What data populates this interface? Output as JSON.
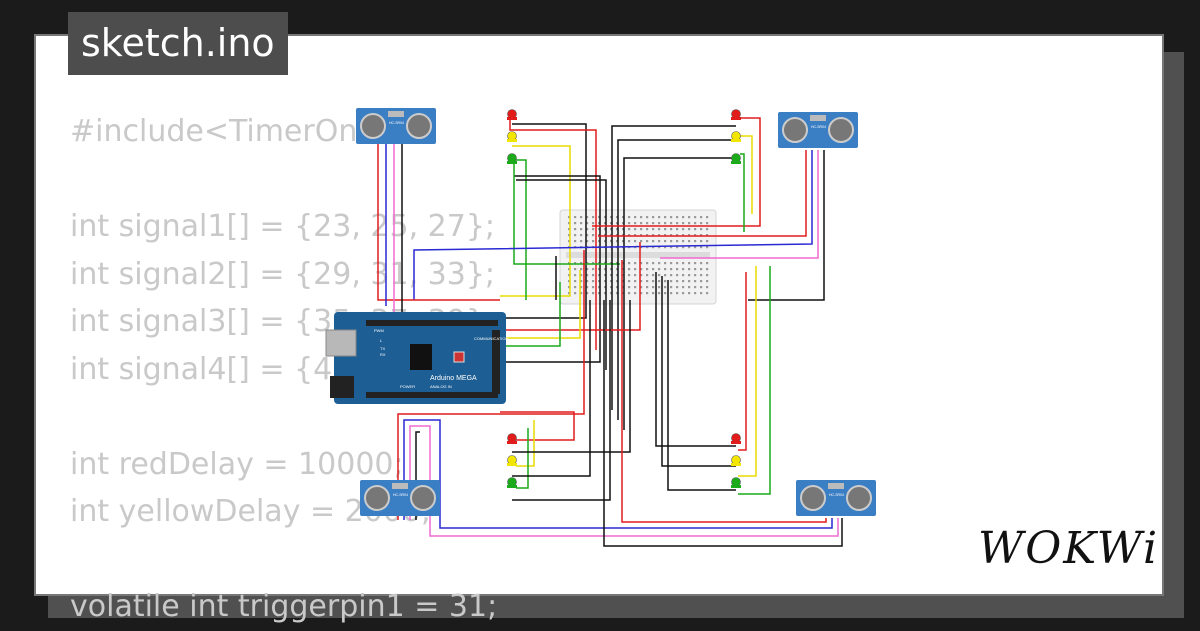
{
  "file_tab": {
    "label": "sketch.ino"
  },
  "code_lines": [
    "#include<TimerOne.h>",
    "",
    "int signal1[] = {23, 25, 27};",
    "int signal2[] = {29, 31, 33};",
    "int signal3[] = {35, 37, 39};",
    "int signal4[] = {41, 43, 45};",
    "",
    "int redDelay = 10000;",
    "int yellowDelay = 2000;",
    "",
    "volatile int triggerpin1 = 31;"
  ],
  "board": {
    "name": "Arduino MEGA",
    "communication_label": "COMMUNICATION",
    "pwm_label": "PWM",
    "power_label": "POWER",
    "analog_label": "ANALOG IN",
    "led_labels": [
      "L",
      "TX",
      "RX"
    ],
    "color": "#1d5e94"
  },
  "sensor_label": "HC-SR04",
  "logo": {
    "text": "WOKWi"
  },
  "colors": {
    "red_wire": "#e21b1b",
    "yellow_wire": "#f2e600",
    "green_wire": "#1aaa1a",
    "black_wire": "#111111",
    "blue_wire": "#2a2ad4",
    "pink_wire": "#f06ad0",
    "sensor_blue": "#3a7ec4"
  }
}
